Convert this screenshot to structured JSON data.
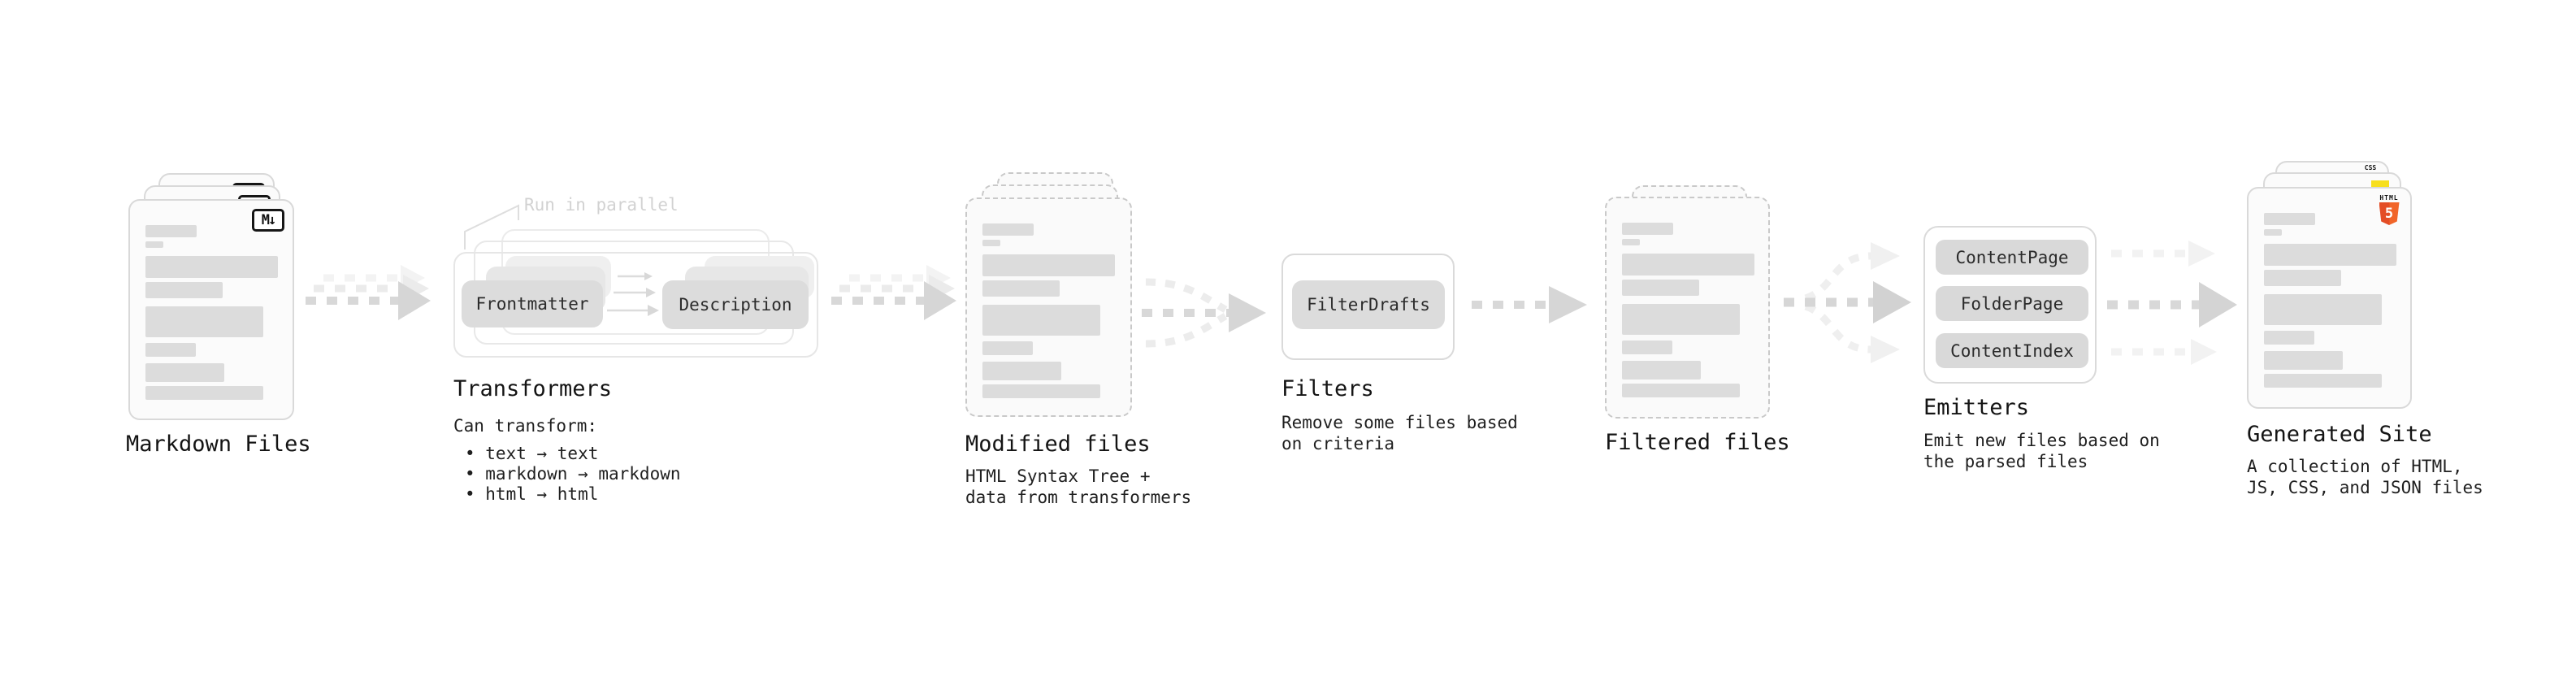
{
  "diagram": {
    "markdown_files": {
      "title": "Markdown Files",
      "badge": "M↓"
    },
    "transformers": {
      "title": "Transformers",
      "annotation": "Run in parallel",
      "step1": "Frontmatter",
      "step2": "Description",
      "caption_heading": "Can transform:",
      "bullets": [
        "• text → text",
        "• markdown → markdown",
        "• html → html"
      ]
    },
    "modified_files": {
      "title": "Modified files",
      "caption": "HTML Syntax Tree +\ndata from transformers"
    },
    "filters": {
      "title": "Filters",
      "step": "FilterDrafts",
      "caption": "Remove some files based\non criteria"
    },
    "filtered_files": {
      "title": "Filtered files"
    },
    "emitters": {
      "title": "Emitters",
      "steps": [
        "ContentPage",
        "FolderPage",
        "ContentIndex"
      ],
      "caption": "Emit new files based on\nthe parsed files"
    },
    "generated_site": {
      "title": "Generated Site",
      "caption": "A collection of HTML,\nJS, CSS, and JSON files",
      "badges": {
        "css": "CSS",
        "html": "HTML",
        "html_number": "5"
      }
    }
  },
  "colors": {
    "card_border": "#d9d9d9",
    "placeholder_bar": "#dcdcdc",
    "pill": "#dcdcdc",
    "arrow": "#d8d8d8",
    "arrow_faint": "#efefef",
    "annotation": "#d2d2d2",
    "html5_orange": "#e44d26",
    "js_yellow": "#f7df1e",
    "css_blue": "#2965f1"
  }
}
